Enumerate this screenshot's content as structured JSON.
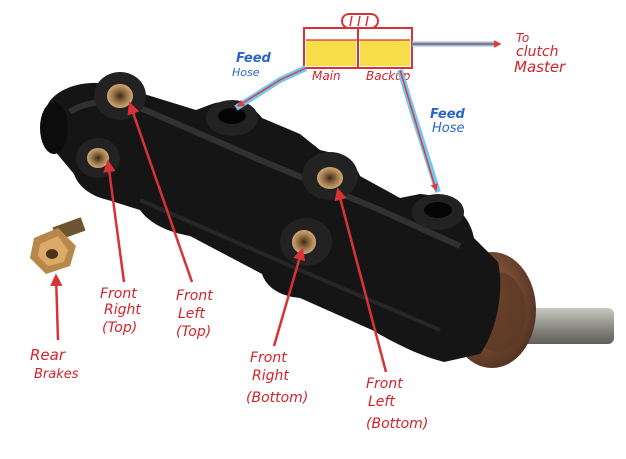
{
  "colors": {
    "red_label": "#d2232a",
    "blue_label": "#2a66c8",
    "arrow_red": "#d83238",
    "arrow_blue": "#71c8f0",
    "reservoir_fill": "#f7dd4a",
    "cylinder_body": "#151515",
    "brass": "#b8874a",
    "rod": "#a3a39b",
    "rust_collar": "#7a4a33"
  },
  "reservoir": {
    "left_label": "Main",
    "right_label": "Backup"
  },
  "labels": {
    "to_clutch": [
      "To",
      "clutch",
      "Master"
    ],
    "feed_hose_left": [
      "Feed",
      "Hose"
    ],
    "feed_hose_right": [
      "Feed",
      "Hose"
    ],
    "rear_brakes": [
      "Rear",
      "Brakes"
    ],
    "front_right_top": [
      "Front",
      "Right",
      "(Top)"
    ],
    "front_left_top": [
      "Front",
      "Left",
      "(Top)"
    ],
    "front_right_bottom": [
      "Front",
      "Right",
      "(Bottom)"
    ],
    "front_left_bottom": [
      "Front",
      "Left",
      "(Bottom)"
    ]
  }
}
